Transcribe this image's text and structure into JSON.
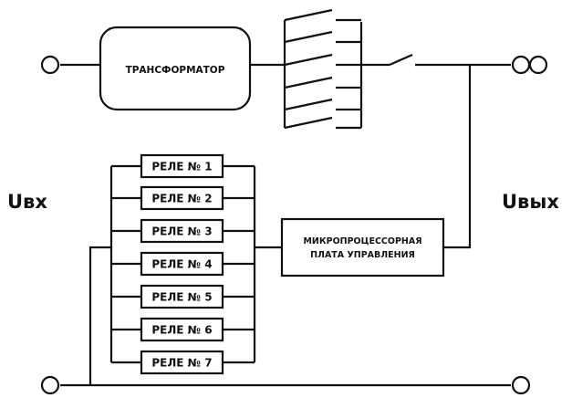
{
  "transformer": {
    "label": "ТРАНСФОРМАТОР"
  },
  "controller": {
    "line1": "МИКРОПРОЦЕССОРНАЯ",
    "line2": "ПЛАТА УПРАВЛЕНИЯ"
  },
  "relays": [
    "РЕЛЕ № 1",
    "РЕЛЕ № 2",
    "РЕЛЕ № 3",
    "РЕЛЕ № 4",
    "РЕЛЕ № 5",
    "РЕЛЕ № 6",
    "РЕЛЕ № 7"
  ],
  "labels": {
    "input": "Uвх",
    "output": "Uвых"
  },
  "colors": {
    "line": "#111111",
    "background": "#ffffff"
  }
}
